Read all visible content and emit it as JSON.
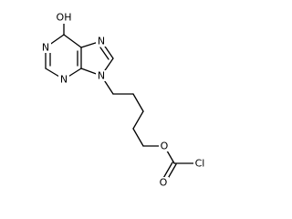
{
  "molecule": {
    "atoms": {
      "hydroxyl": "OH",
      "n1": "N",
      "n3": "N",
      "n7": "N",
      "n9": "N",
      "ester_o": "O",
      "carbonyl_o": "O",
      "chlorine": "Cl"
    }
  }
}
